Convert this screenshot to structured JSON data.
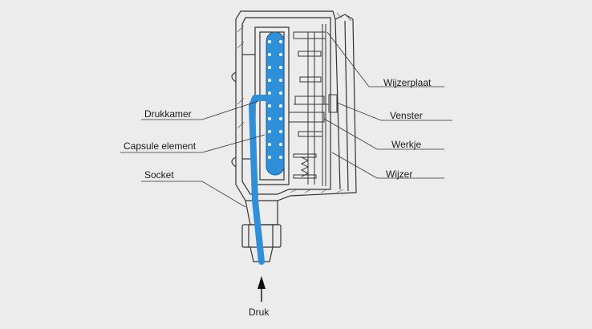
{
  "labels": {
    "drukkamer": "Drukkamer",
    "capsule": "Capsule element",
    "socket": "Socket",
    "wijzerplaat": "Wijzerplaat",
    "venster": "Venster",
    "werkje": "Werkje",
    "wijzer": "Wijzer",
    "druk": "Druk"
  },
  "colors": {
    "background": "#ececec",
    "line": "#333333",
    "capsule": "#2f8fd8",
    "arrow": "#111111"
  }
}
